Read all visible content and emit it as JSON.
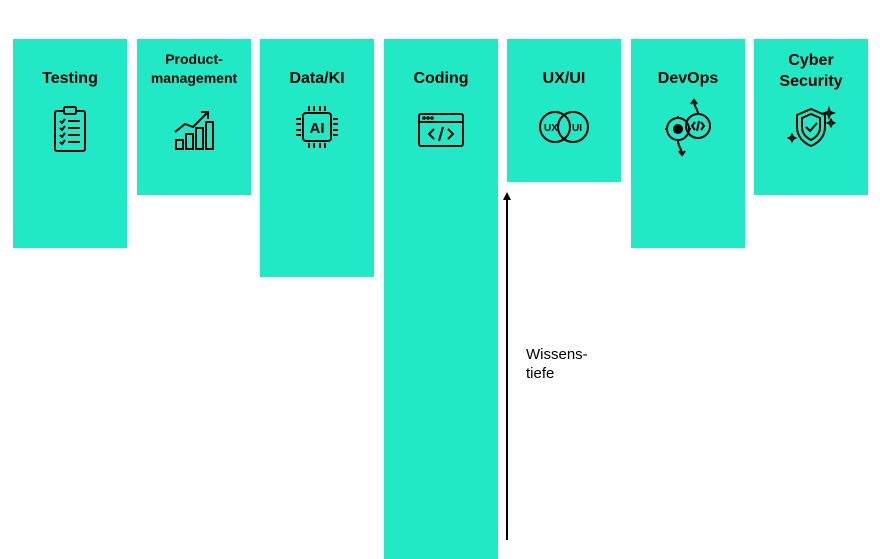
{
  "theme": {
    "accent": "#21e8c5",
    "text": "#000000"
  },
  "columns": [
    {
      "title": "Testing",
      "icon": "clipboard-checklist-icon"
    },
    {
      "title_line1": "Product-",
      "title_line2": "management",
      "icon": "growth-chart-icon"
    },
    {
      "title": "Data/KI",
      "icon": "ai-chip-icon",
      "icon_text": "AI"
    },
    {
      "title": "Coding",
      "icon": "code-window-icon"
    },
    {
      "title": "UX/UI",
      "icon": "ux-ui-venn-icon",
      "icon_text_left": "UX",
      "icon_text_right": "UI"
    },
    {
      "title": "DevOps",
      "icon": "devops-cycle-icon"
    },
    {
      "title_line1": "Cyber",
      "title_line2": "Security",
      "icon": "security-shield-icon"
    }
  ],
  "depth_axis": {
    "label_line1": "Wissens-",
    "label_line2": "tiefe"
  }
}
